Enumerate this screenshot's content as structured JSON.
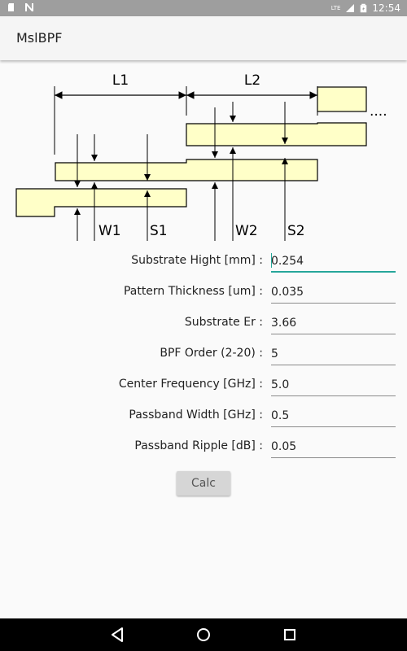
{
  "status_bar": {
    "time": "12:54",
    "network": "LTE",
    "icons": [
      "sd-card-icon",
      "n-notification-icon",
      "signal-icon",
      "battery-icon"
    ]
  },
  "app_bar": {
    "title": "MslBPF"
  },
  "diagram": {
    "labels": {
      "l1": "L1",
      "l2": "L2",
      "w1": "W1",
      "s1": "S1",
      "w2": "W2",
      "s2": "S2",
      "ellipsis": "...."
    },
    "fill_color": "#ffffc8",
    "stroke_color": "#000000"
  },
  "form": {
    "fields": [
      {
        "label": "Substrate Hight [mm] :",
        "value": "0.254"
      },
      {
        "label": "Pattern Thickness [um] :",
        "value": "0.035"
      },
      {
        "label": "Substrate Er :",
        "value": "3.66"
      },
      {
        "label": "BPF Order (2-20) :",
        "value": "5"
      },
      {
        "label": "Center Frequency [GHz] :",
        "value": "5.0"
      },
      {
        "label": "Passband Width [GHz] :",
        "value": "0.5"
      },
      {
        "label": "Passband Ripple [dB] :",
        "value": "0.05"
      }
    ],
    "calc_label": "Calc"
  },
  "colors": {
    "accent": "#26a69a",
    "status_bar": "#9e9e9e",
    "nav_bar": "#000000"
  }
}
